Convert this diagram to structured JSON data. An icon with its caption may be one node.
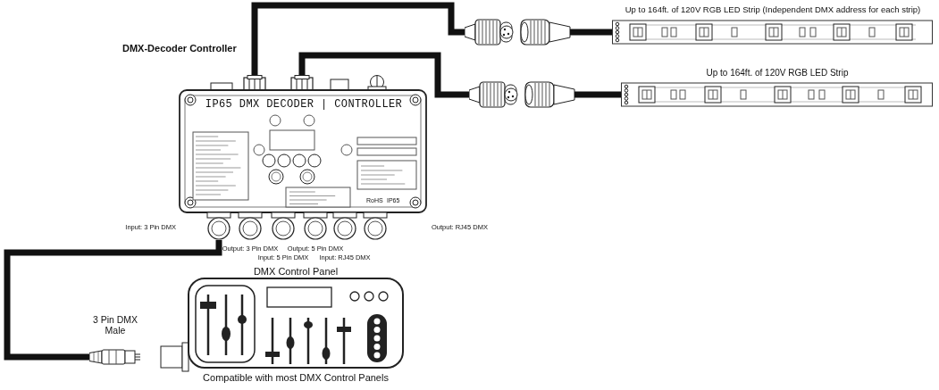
{
  "diagram": {
    "nodes": [
      {
        "text": [
          "IP65 DMX DECODER | CONTROLLER"
        ],
        "beside": [
          "DMX-Decoder Controller"
        ]
      },
      {
        "text": [],
        "shape": "picture"
      },
      {
        "text": [
          "Up to 164ft. of 120V RGB LED Strip (Independent DMX address for each strip)"
        ]
      },
      {
        "text": [],
        "shape": "picture"
      },
      {
        "text": [
          "Up to 164ft. of 120V RGB LED Strip"
        ]
      },
      {
        "text": [
          "3 Pin DMX Male"
        ]
      },
      {
        "text": [
          "DMX Control Panel",
          "Compatible with most DMX Control Panels"
        ]
      }
    ],
    "edges": [
      {
        "from": 0,
        "to": 1,
        "arrow": "none"
      },
      {
        "from": 1,
        "to": 2,
        "arrow": "none"
      },
      {
        "from": 0,
        "to": 3,
        "arrow": "none"
      },
      {
        "from": 3,
        "to": 4,
        "arrow": "none"
      },
      {
        "from": 0,
        "to": 5,
        "arrow": "none"
      }
    ],
    "labels": [
      "RoHS",
      "IP65",
      "Input: 3 Pin DMX",
      "Output: 3 Pin DMX",
      "Input: 5 Pin DMX",
      "Output: 5 Pin DMX",
      "Input: RJ45 DMX",
      "Output: RJ45 DMX"
    ]
  }
}
